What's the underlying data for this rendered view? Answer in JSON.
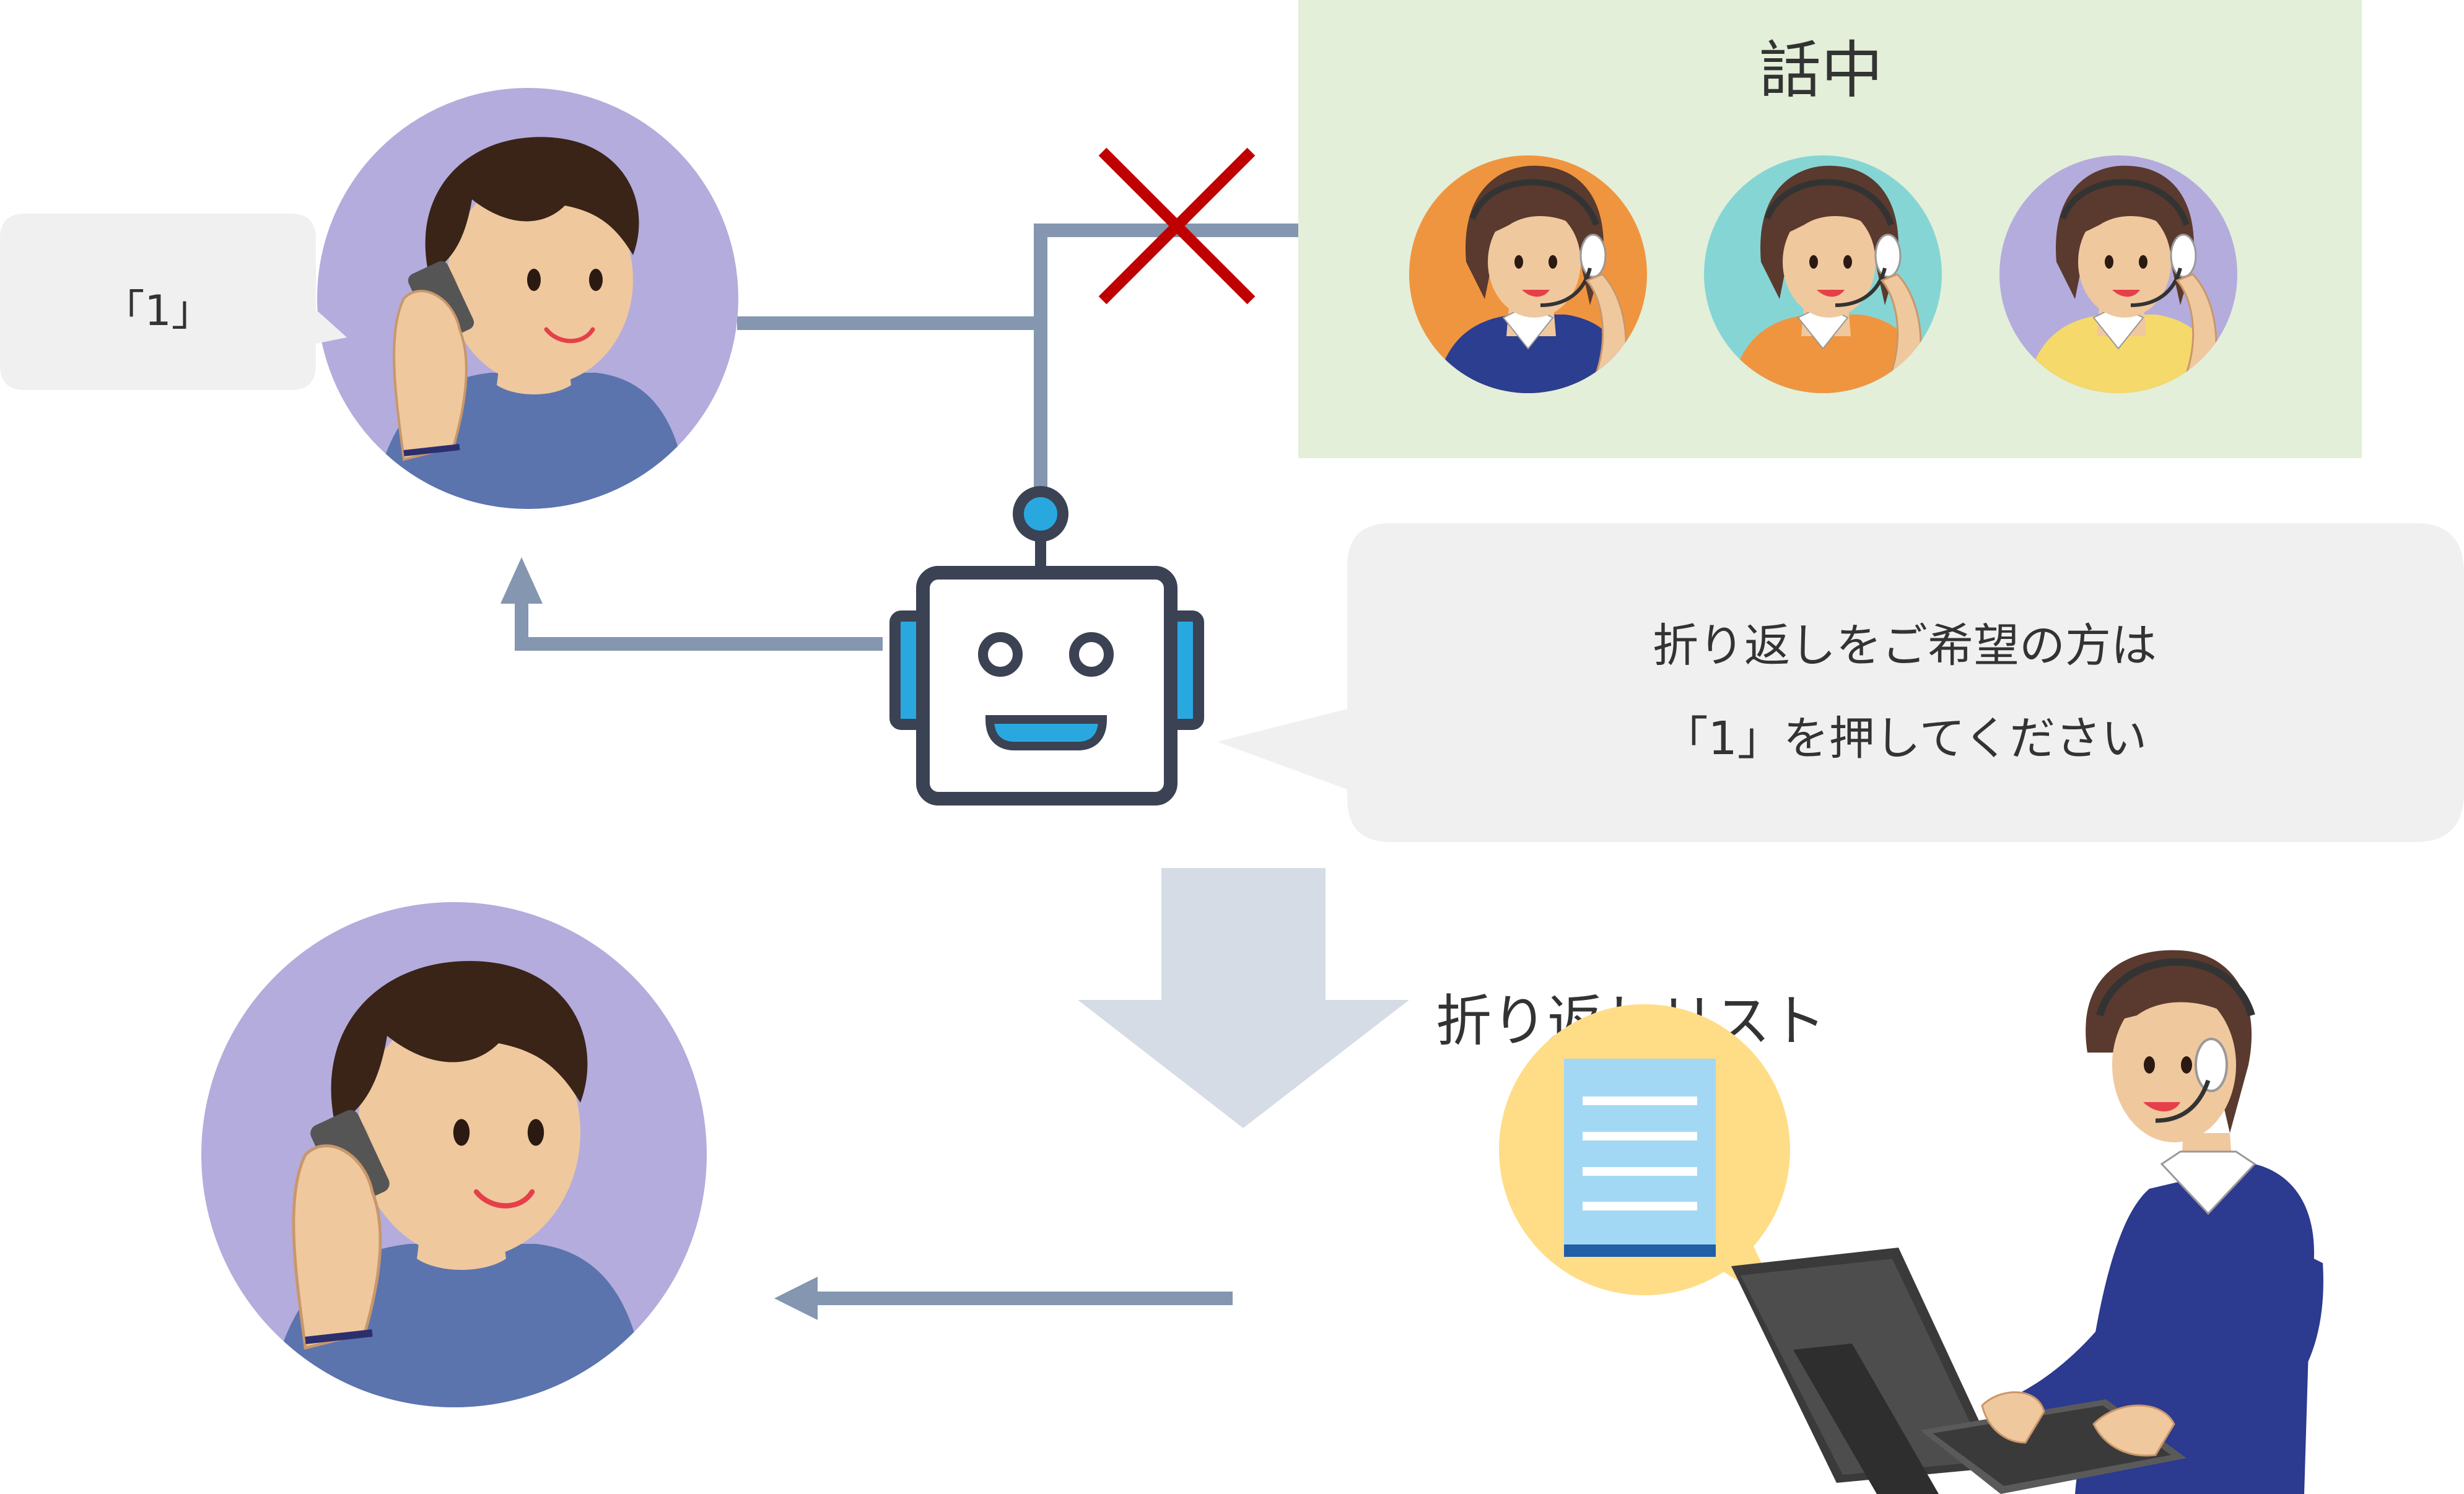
{
  "busy_panel": {
    "title": "話中",
    "color": "#e3efd9"
  },
  "customer_bubble": {
    "text": "「1」"
  },
  "robot_bubble": {
    "line1": "折り返しをご希望の方は",
    "line2": "「1」を押してください"
  },
  "callback_list": {
    "label": "折り返しリスト"
  },
  "colors": {
    "line": "#8496b0",
    "cross": "#c00000",
    "big_arrow": "#d6dce5",
    "avatar_purple": "#b4acdc",
    "robot_outline": "#3b4253",
    "robot_accent": "#29a8e0",
    "bubble_gray": "#f0f0f0",
    "list_bubble": "#ffdc86"
  },
  "icons": [
    "customer-phone-icon",
    "robot-icon",
    "operator-headset-icon",
    "document-list-icon",
    "computer-monitor-icon",
    "keyboard-icon"
  ]
}
